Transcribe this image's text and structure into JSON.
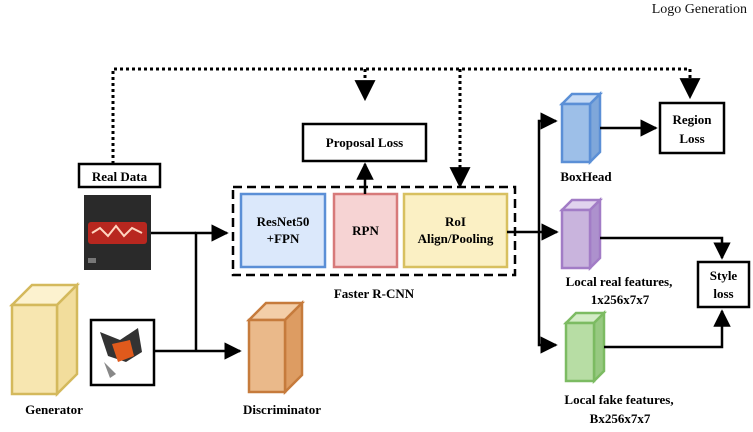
{
  "header": {
    "title": "Logo Generation"
  },
  "labels": {
    "real_data": "Real Data",
    "proposal_loss": "Proposal Loss",
    "region_loss_line1": "Region",
    "region_loss_line2": "Loss",
    "resnet_line1": "ResNet50",
    "resnet_line2": "+FPN",
    "rpn": "RPN",
    "roi_line1": "RoI",
    "roi_line2": "Align/Pooling",
    "faster_rcnn": "Faster R-CNN",
    "boxhead": "BoxHead",
    "local_real_line1": "Local real features,",
    "local_real_line2": "1x256x7x7",
    "local_fake_line1": "Local fake features,",
    "local_fake_line2": "Bx256x7x7",
    "style_loss_line1": "Style",
    "style_loss_line2": "loss",
    "generator": "Generator",
    "discriminator": "Discriminator"
  },
  "colors": {
    "resnet_fill": "#dbe8fb",
    "resnet_stroke": "#5b8fd6",
    "rpn_fill": "#f6d3d3",
    "rpn_stroke": "#d77a7a",
    "roi_fill": "#fbf0c4",
    "roi_stroke": "#d8c060",
    "boxhead": "#9dbfe8",
    "local_real": "#c9b4dd",
    "local_fake": "#b7dda4",
    "generator": "#f7e6b0",
    "discriminator": "#eab98a"
  }
}
